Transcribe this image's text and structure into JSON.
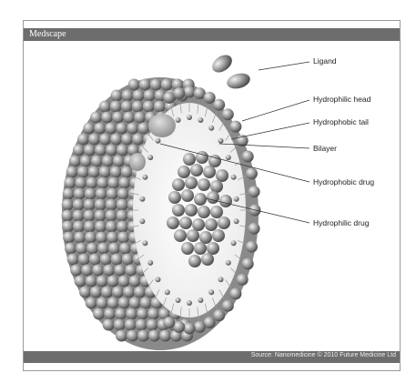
{
  "header": {
    "brand": "Medscape"
  },
  "footer": {
    "source": "Source: Nanomedicine © 2010 Future Medicine Ltd"
  },
  "labels": {
    "ligand": "Ligand",
    "hydrophilic_head": "Hydrophilic head",
    "hydrophobic_tail": "Hydrophobic tail",
    "bilayer": "Bilayer",
    "hydrophobic_drug": "Hydrophobic drug",
    "hydrophilic_drug": "Hydrophilic drug"
  }
}
